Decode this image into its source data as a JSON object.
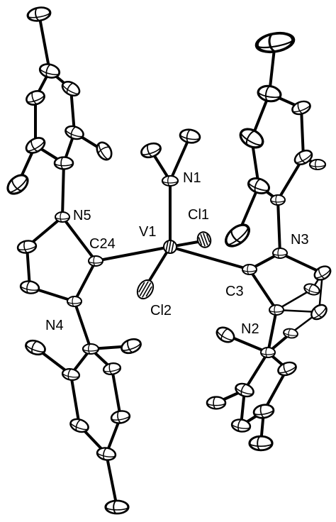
{
  "labels": {
    "v1": "V1",
    "n1": "N1",
    "cl1": "Cl1",
    "cl2": "Cl2",
    "n2": "N2",
    "n3": "N3",
    "n4": "N4",
    "n5": "N5",
    "c3": "C3",
    "c24": "C24"
  }
}
